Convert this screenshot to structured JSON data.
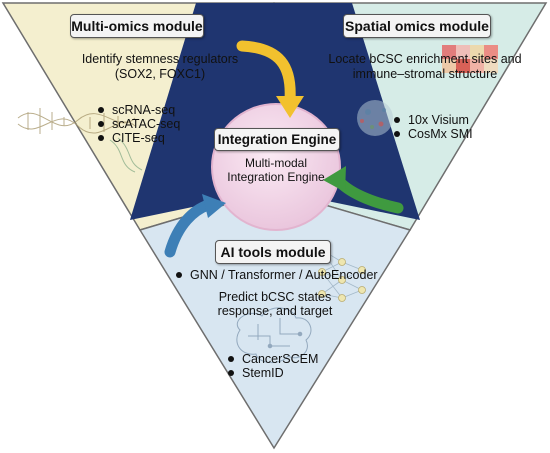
{
  "multi_omics": {
    "title": "Multi-omics module",
    "description_line1": "Identify stemness regulators",
    "description_line2": "(SOX2, FOXC1)",
    "items": [
      "scRNA-seq",
      "scATAC-seq",
      "CITE-seq"
    ]
  },
  "spatial_omics": {
    "title": "Spatial omics module",
    "description_line1": "Locate bCSC enrichment sites and",
    "description_line2": "immune–stromal structure",
    "items": [
      "10x Visium",
      "CosMx SMI"
    ]
  },
  "integration": {
    "title": "Integration Engine",
    "subtitle_line1": "Multi-modal",
    "subtitle_line2": "Integration Engine"
  },
  "ai_tools": {
    "title": "AI tools module",
    "methods": "GNN / Transformer / AutoEncoder",
    "description_line1": "Predict bCSC states",
    "description_line2": "response, and target",
    "items": [
      "CancerSCEM",
      "StemID"
    ]
  },
  "colors": {
    "multi_omics_panel": "#f4efcf",
    "spatial_omics_panel": "#d6ece7",
    "ai_tools_panel": "#d8e6f1",
    "center_background": "#1f3570",
    "integration_circle": "#f3d7e9",
    "arrow_yellow": "#f2c12e",
    "arrow_green": "#3f9a3f",
    "arrow_blue": "#3d7fb6"
  },
  "icons": [
    "dna-helix-icon",
    "tissue-heatmap-icon",
    "neural-network-icon",
    "circuit-brain-icon"
  ]
}
